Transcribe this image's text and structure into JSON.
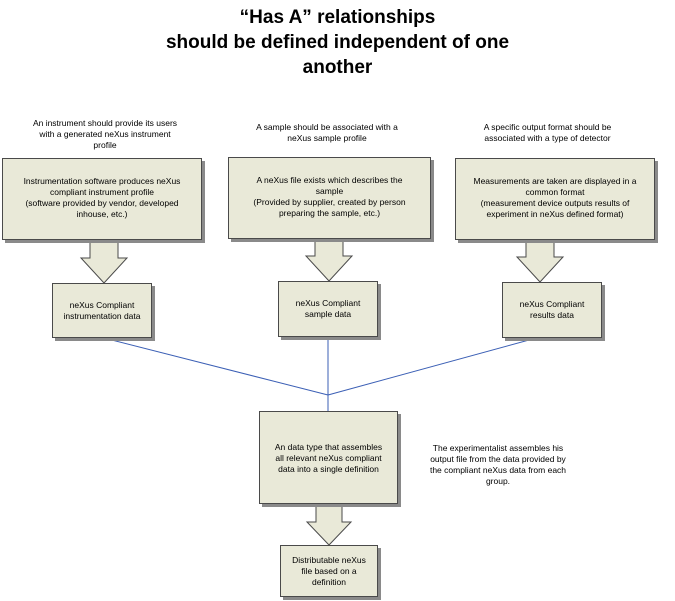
{
  "title": {
    "line1": "“Has A” relationships",
    "line2": "should be defined independent of one",
    "line3": "another"
  },
  "columns": [
    {
      "caption": [
        "An instrument should provide its users",
        "with a generated neXus instrument",
        "profile"
      ],
      "source": [
        "Instrumentation software produces neXus",
        "compliant instrument profile",
        "(software provided by vendor, developed",
        "inhouse, etc.)"
      ],
      "result": [
        "neXus Compliant",
        "instrumentation data"
      ]
    },
    {
      "caption": [
        "A sample should be associated with a",
        "neXus sample profile"
      ],
      "source": [
        "A neXus file exists which describes the",
        "sample",
        "(Provided by supplier, created by person",
        "preparing the sample, etc.)"
      ],
      "result": [
        "neXus Compliant",
        "sample data"
      ]
    },
    {
      "caption": [
        "A specific output format should be",
        "associated with a type of detector"
      ],
      "source": [
        "Measurements are taken are displayed in a",
        "common format",
        "(measurement device outputs results of",
        "experiment in neXus defined format)"
      ],
      "result": [
        "neXus Compliant",
        "results data"
      ]
    }
  ],
  "assembly": {
    "box": [
      "An data type that assembles",
      "all relevant neXus compliant",
      "data into a single definition"
    ],
    "note": [
      "The experimentalist assembles his",
      "output file from the data provided by",
      "the compliant neXus data from each",
      "group."
    ]
  },
  "final": {
    "box": [
      "Distributable neXus",
      "file based on a",
      "definition"
    ]
  },
  "colors": {
    "box_fill": "#e9e9d8",
    "connector_line": "#3b5fb5",
    "arrow_fill": "#e9e9d8"
  }
}
